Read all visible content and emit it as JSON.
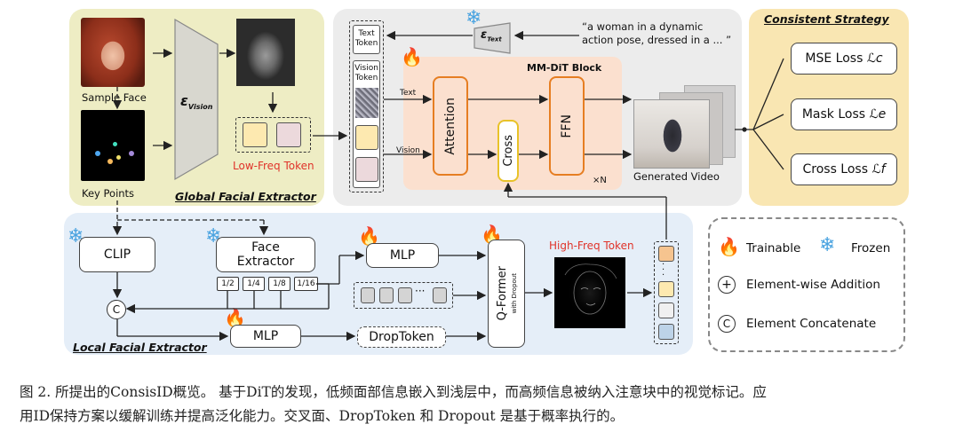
{
  "global_extractor": {
    "title": "Global Facial Extractor",
    "sample_face_label": "Sample Face",
    "key_points_label": "Key Points",
    "encoder_label": "ε",
    "encoder_sub": "Vision",
    "low_freq_label": "Low-Freq Token"
  },
  "mmdit": {
    "block_title": "MM-DiT Block",
    "text_token": "Text Token",
    "vision_token": "Vision Token",
    "text_encoder": "ε",
    "text_encoder_sub": "Text",
    "prompt": "“a woman in a dynamic action pose, dressed in a ... ”",
    "attention": "Attention",
    "cross": "Cross",
    "ffn": "FFN",
    "text_stream": "Text",
    "vision_stream": "Vision",
    "repeat": "×N",
    "generated_video": "Generated Video"
  },
  "strategy": {
    "title": "Consistent Strategy",
    "losses": [
      "MSE Loss",
      "Mask Loss",
      "Cross Loss"
    ],
    "loss_symbols": [
      "ℒc",
      "ℒe",
      "ℒf"
    ]
  },
  "local_extractor": {
    "title": "Local Facial Extractor",
    "clip": "CLIP",
    "face_extractor": "Face Extractor",
    "scales": [
      "1/2",
      "1/4",
      "1/8",
      "1/16"
    ],
    "mlp_top": "MLP",
    "mlp_bottom": "MLP",
    "drop_token": "DropToken",
    "qformer": "Q-Former",
    "qformer_sub": "with Dropout",
    "high_freq_label": "High-Freq Token",
    "concat_symbol": "C"
  },
  "legend": {
    "trainable": "Trainable",
    "frozen": "Frozen",
    "addition": "Element-wise Addition",
    "concatenate": "Element Concatenate",
    "plus_symbol": "+",
    "c_symbol": "C"
  },
  "caption": {
    "line1": "图 2.  所提出的ConsisID概览。  基于DiT的发现，低频面部信息嵌入到浅层中，而高频信息被纳入注意块中的视觉标记。应",
    "line2": "用ID保持方案以缓解训练并提高泛化能力。交叉面、DropToken 和 Dropout 是基于概率执行的。"
  },
  "colors": {
    "global_panel": "#eeedc4",
    "mmdit_panel": "#ececec",
    "mmdit_inner": "#fbe0cf",
    "strategy_panel": "#f9e6b2",
    "local_panel": "#e5eef8",
    "token_yellow": "#fde9b0",
    "token_pink": "#ecd9dc",
    "token_orange": "#f6c48f",
    "token_blue": "#bdd3e8",
    "accent_orange": "#e67e22",
    "frozen_blue": "#4aa3e0",
    "flame_red": "#e8351e"
  }
}
